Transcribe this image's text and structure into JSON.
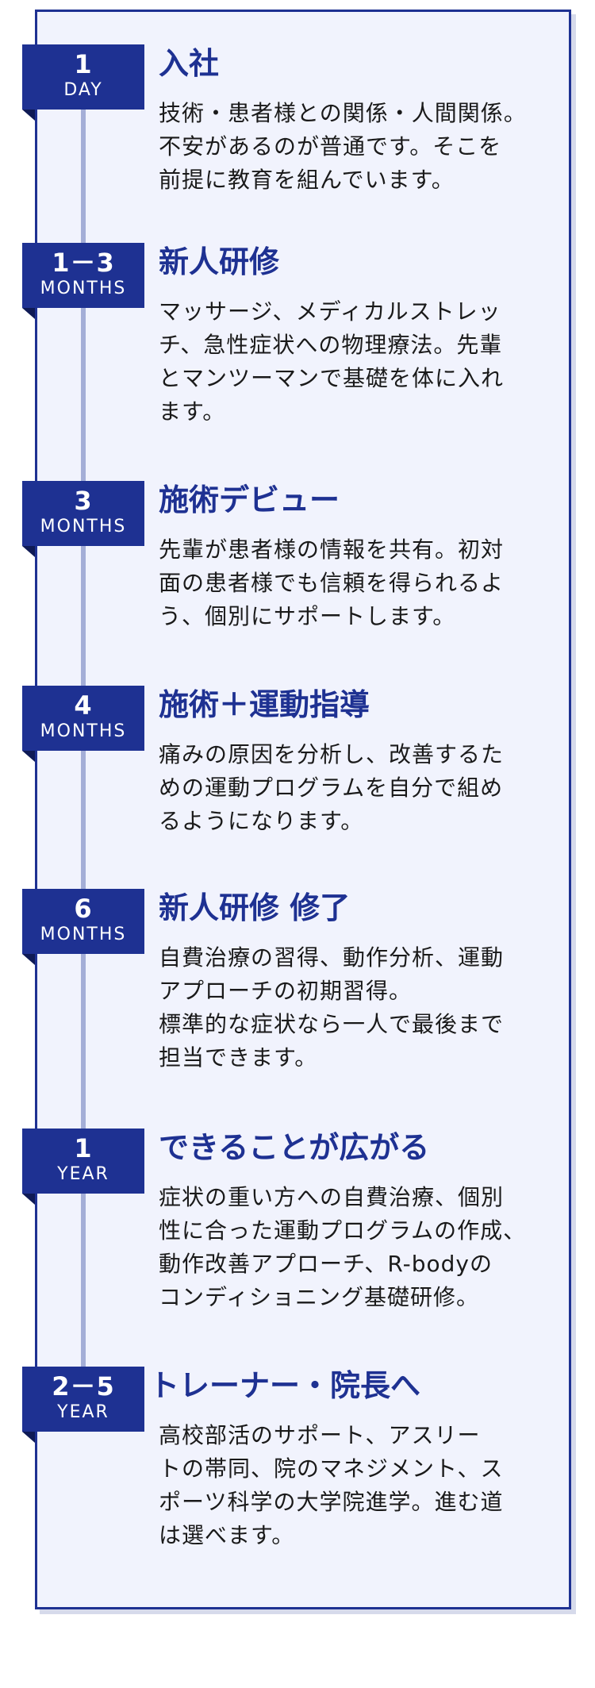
{
  "colors": {
    "accent": "#1e3192",
    "panel_bg": "#f1f3fd",
    "line": "#a4aed7",
    "text": "#1a1a1a"
  },
  "steps": [
    {
      "num": "1",
      "unit": "DAY",
      "title": "入社",
      "lines": [
        "技術・患者様との関係・人間関係。",
        "不安があるのが普通です。そこを",
        "前提に教育を組んでいます。"
      ]
    },
    {
      "num": "1－3",
      "unit": "MONTHS",
      "title": "新人研修",
      "lines": [
        "マッサージ、メディカルストレッ",
        "チ、急性症状への物理療法。先輩",
        "とマンツーマンで基礎を体に入れ",
        "ます。"
      ]
    },
    {
      "num": "3",
      "unit": "MONTHS",
      "title": "施術デビュー",
      "lines": [
        "先輩が患者様の情報を共有。初対",
        "面の患者様でも信頼を得られるよ",
        "う、個別にサポートします。"
      ]
    },
    {
      "num": "4",
      "unit": "MONTHS",
      "title": "施術＋運動指導",
      "lines": [
        "痛みの原因を分析し、改善するた",
        "めの運動プログラムを自分で組め",
        "るようになります。"
      ]
    },
    {
      "num": "6",
      "unit": "MONTHS",
      "title": "新人研修 修了",
      "lines": [
        "自費治療の習得、動作分析、運動",
        "アプローチの初期習得。",
        "標準的な症状なら一人で最後まで",
        "担当できます。"
      ]
    },
    {
      "num": "1",
      "unit": "YEAR",
      "title": "できることが広がる",
      "lines": [
        "症状の重い方への自費治療、個別",
        "性に合った運動プログラムの作成、",
        "動作改善アプローチ、R-bodyの",
        "コンディショニング基礎研修。"
      ]
    },
    {
      "num": "2－5",
      "unit": "YEAR",
      "title": "トレーナー・院長へ",
      "lines": [
        "高校部活のサポート、アスリー",
        "トの帯同、院のマネジメント、ス",
        "ポーツ科学の大学院進学。進む道",
        "は選べます。"
      ]
    }
  ]
}
